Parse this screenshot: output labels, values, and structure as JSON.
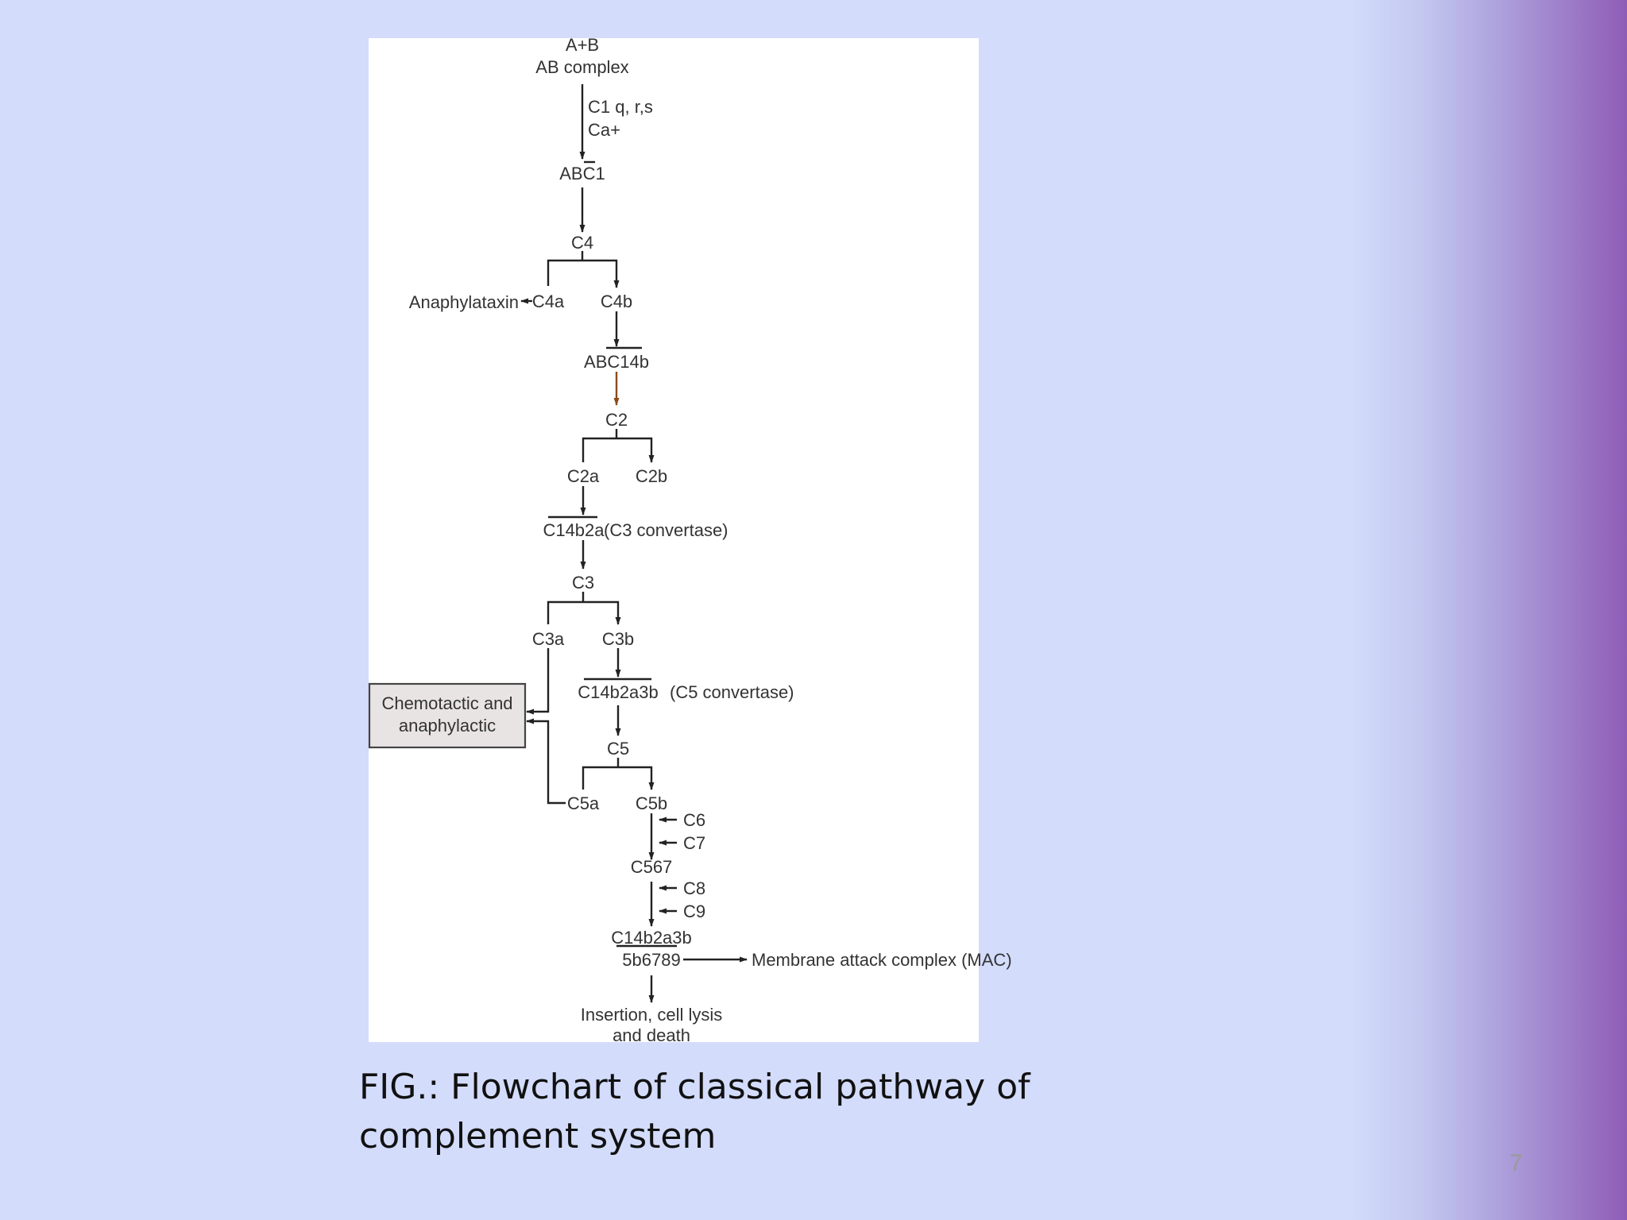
{
  "diagram": {
    "nodes": {
      "ab": "A+B",
      "ab_complex": "AB complex",
      "c1qrs": "C1 q, r,s",
      "ca": "Ca+",
      "abc1": "ABC1",
      "c4": "C4",
      "anaphylataxin": "Anaphylataxin",
      "c4a": "C4a",
      "c4b": "C4b",
      "abc14b": "ABC14b",
      "c2": "C2",
      "c2a": "C2a",
      "c2b": "C2b",
      "c14b2a": "C14b2a",
      "c3_convertase": "(C3 convertase)",
      "c3": "C3",
      "c3a": "C3a",
      "c3b": "C3b",
      "c14b2a3b": "C14b2a3b",
      "c5_convertase": "(C5 convertase)",
      "box_line1": "Chemotactic and",
      "box_line2": "anaphylactic",
      "c5": "C5",
      "c5a": "C5a",
      "c5b": "C5b",
      "c6": "C6",
      "c7": "C7",
      "c567": "C567",
      "c8": "C8",
      "c9": "C9",
      "mac_line1": "C14b2a3b",
      "mac_line2": "5b6789",
      "mac": "Membrane attack complex (MAC)",
      "insertion_line1": "Insertion, cell lysis",
      "insertion_line2": "and death"
    }
  },
  "caption": {
    "line1": "FIG.: Flowchart of classical pathway of",
    "line2": "complement system"
  },
  "page_number": "7"
}
